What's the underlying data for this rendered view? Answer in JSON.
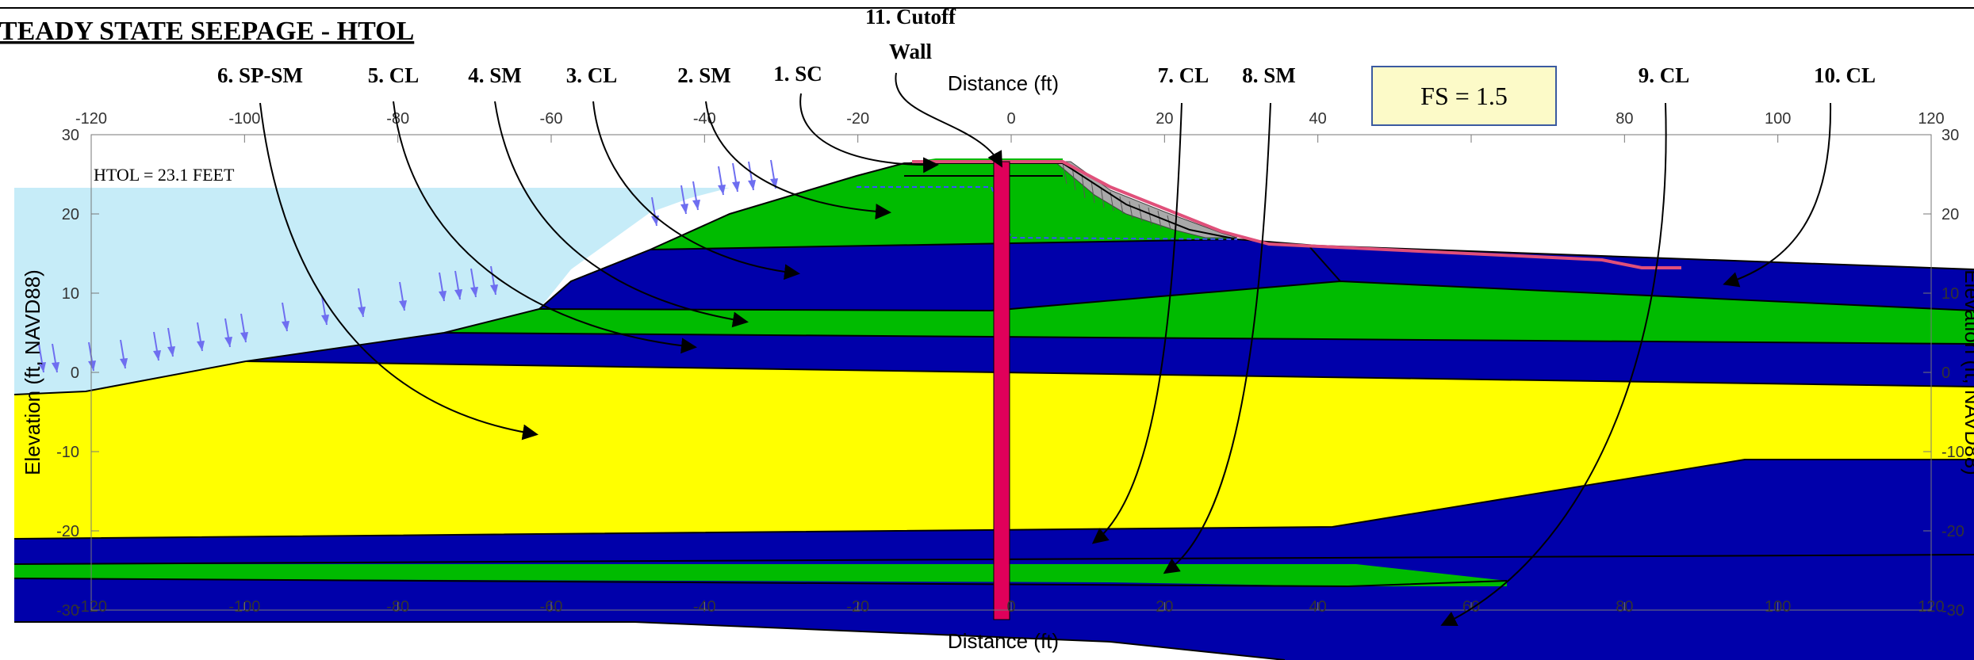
{
  "title": "STEADY STATE SEEPAGE - HTOL",
  "htol_label": "HTOL = 23.1 FEET",
  "fs_label": "FS = 1.5",
  "axes": {
    "x_label": "Distance (ft)",
    "y_label": "Elevation (ft, NAVD88)",
    "x_ticks": [
      "-120",
      "-100",
      "-80",
      "-60",
      "-40",
      "-20",
      "0",
      "20",
      "40",
      "60",
      "80",
      "100",
      "120"
    ],
    "y_ticks": [
      "30",
      "20",
      "10",
      "0",
      "-10",
      "-20",
      "-30"
    ],
    "x_range": [
      -120,
      120
    ],
    "y_range": [
      -30,
      30
    ]
  },
  "materials": [
    {
      "label": "1. SC"
    },
    {
      "label": "2. SM"
    },
    {
      "label": "3. CL"
    },
    {
      "label": "4. SM"
    },
    {
      "label": "5. CL"
    },
    {
      "label": "6. SP-SM"
    },
    {
      "label": "7. CL"
    },
    {
      "label": "8. SM"
    },
    {
      "label": "9. CL"
    },
    {
      "label": "10. CL"
    },
    {
      "label_line1": "11. Cutoff",
      "label_line2": "Wall"
    }
  ],
  "colors": {
    "green": "#00bb00",
    "blue": "#0000aa",
    "yellow": "#ffff00",
    "water": "#c6ecf8",
    "wall": "#e0005a",
    "arrow": "#6e6ef0",
    "fs_box": "#fcfac8"
  }
}
